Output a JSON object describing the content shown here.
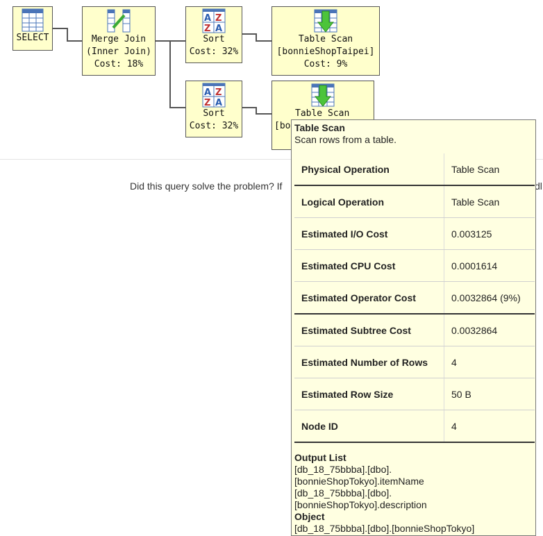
{
  "plan": {
    "select": {
      "label": "SELECT"
    },
    "merge_join": {
      "line1": "Merge Join",
      "line2": "(Inner Join)",
      "cost": "Cost: 18%"
    },
    "sort_top": {
      "line1": "Sort",
      "cost": "Cost: 32%"
    },
    "scan_top": {
      "line1": "Table Scan",
      "line2": "[bonnieShopTaipei]",
      "cost": "Cost: 9%"
    },
    "sort_bottom": {
      "line1": "Sort",
      "cost": "Cost: 32%"
    },
    "scan_bottom": {
      "line1": "Table Scan",
      "line2": "[bo"
    }
  },
  "question": {
    "text": "Did this query solve the problem? If",
    "tail": "dl"
  },
  "tooltip": {
    "title": "Table Scan",
    "description": "Scan rows from a table.",
    "properties": [
      {
        "name": "Physical Operation",
        "value": "Table Scan"
      },
      {
        "name": "Logical Operation",
        "value": "Table Scan"
      },
      {
        "name": "Estimated I/O Cost",
        "value": "0.003125"
      },
      {
        "name": "Estimated CPU Cost",
        "value": "0.0001614"
      },
      {
        "name": "Estimated Operator Cost",
        "value": "0.0032864 (9%)"
      },
      {
        "name": "Estimated Subtree Cost",
        "value": "0.0032864"
      },
      {
        "name": "Estimated Number of Rows",
        "value": "4"
      },
      {
        "name": "Estimated Row Size",
        "value": "50 B"
      },
      {
        "name": "Node ID",
        "value": "4"
      }
    ],
    "output_list_title": "Output List",
    "output_list": [
      "[db_18_75bbba].[dbo].",
      "[bonnieShopTokyo].itemName",
      "[db_18_75bbba].[dbo].",
      "[bonnieShopTokyo].description"
    ],
    "object_title": "Object",
    "object_value": "[db_18_75bbba].[dbo].[bonnieShopTokyo]"
  },
  "colors": {
    "node_bg": "#ffffcc",
    "tooltip_bg": "#ffffe1",
    "wire": "#555555"
  }
}
